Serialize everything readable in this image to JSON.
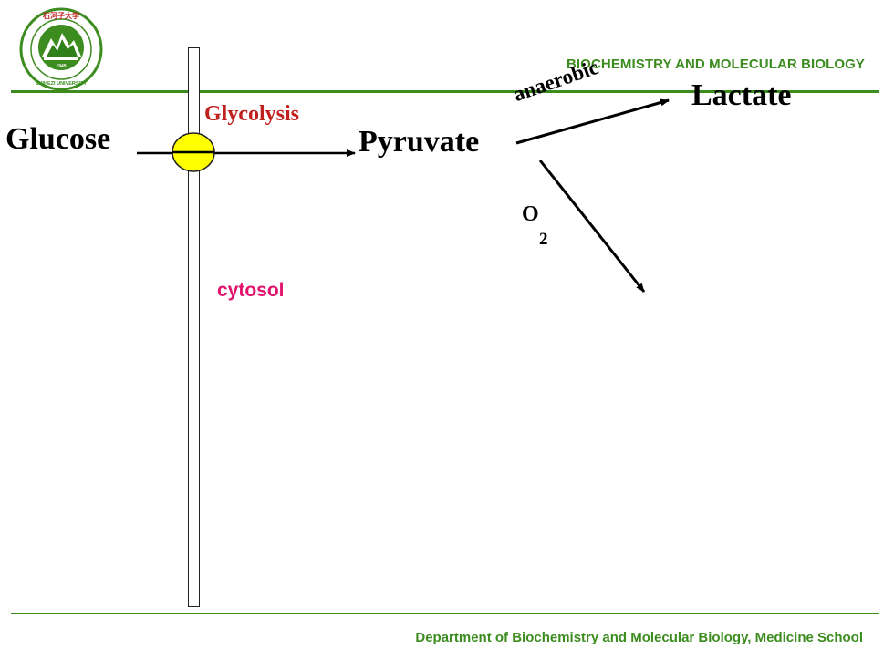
{
  "header": {
    "title": "BIOCHEMISTRY AND MOLECULAR BIOLOGY"
  },
  "logo": {
    "name": "university-seal",
    "text_top": "石河子大学",
    "text_bottom": "SHIHEZI UNIVERSITY",
    "year": "1949",
    "colors": {
      "ring": "#3c8c1f",
      "mountain": "#2f7f1a",
      "text": "#c0211f"
    }
  },
  "diagram": {
    "substrate": "Glucose",
    "process": "Glycolysis",
    "product": "Pyruvate",
    "anaerobic_label": "anaerobic",
    "anaerobic_product": "Lactate",
    "aerobic_label": "O",
    "aerobic_subscript": "2",
    "compartment": "cytosol"
  },
  "colors": {
    "accent": "#3c8c1f",
    "process_red": "#c0211f",
    "compartment_pink": "#e0146d",
    "transporter_yellow": "#ffff00"
  },
  "footer": {
    "text": "Department of Biochemistry and Molecular Biology, Medicine School"
  }
}
